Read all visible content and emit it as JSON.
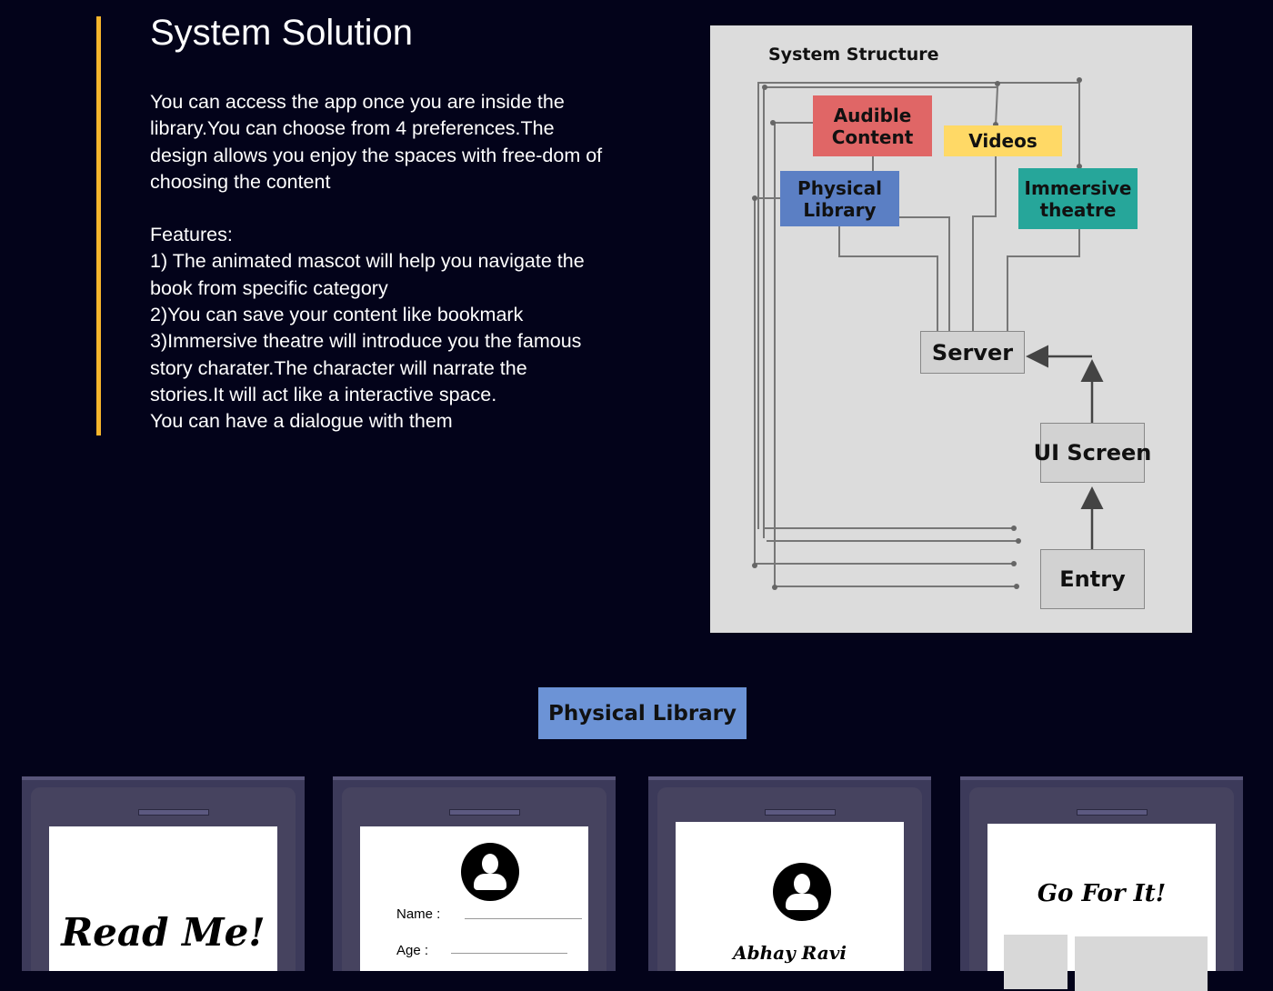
{
  "header": {
    "title": "System Solution"
  },
  "description": {
    "intro": "You can access the app once you are inside the library.You can choose from  4 preferences.The design allows you enjoy the spaces with free-dom of choosing the content",
    "features_heading": "Features:",
    "features": [
      "1) The animated mascot will help you navigate the book from specific category",
      "2)You can save your content like bookmark",
      "3)Immersive theatre will introduce you the famous story charater.The character will narrate the stories.It will act like a interactive space.",
      "You can have a dialogue with them"
    ]
  },
  "diagram": {
    "title": "System Structure",
    "nodes": {
      "audible": {
        "label": "Audible Content",
        "color": "#e06666"
      },
      "videos": {
        "label": "Videos",
        "color": "#ffd966"
      },
      "physical": {
        "label": "Physical Library",
        "color": "#5b7fc4"
      },
      "immersive": {
        "label": "Immersive theatre",
        "color": "#26a69a"
      },
      "server": {
        "label": "Server"
      },
      "ui": {
        "label": "UI Screen"
      },
      "entry": {
        "label": "Entry"
      }
    }
  },
  "section_label": "Physical Library",
  "phones": [
    {
      "title": "Read Me!"
    },
    {
      "name_label": "Name :",
      "age_label": "Age :"
    },
    {
      "user_name": "Abhay Ravi"
    },
    {
      "title": "Go For It!"
    }
  ]
}
